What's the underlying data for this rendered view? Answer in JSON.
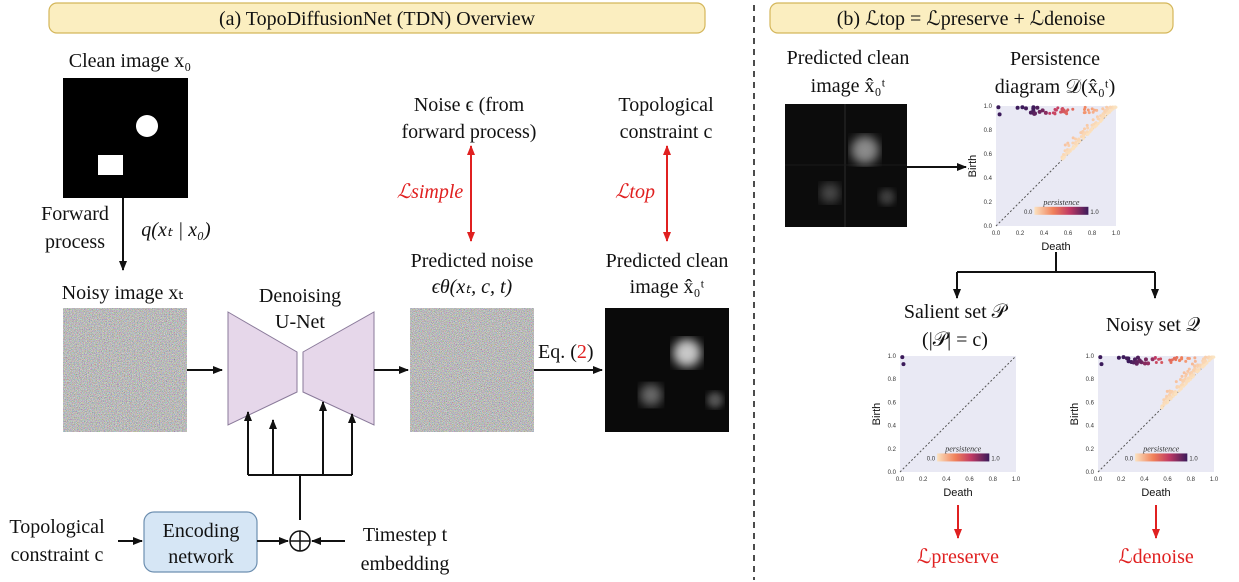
{
  "left_panel": {
    "title": "(a) TopoDiffusionNet (TDN) Overview",
    "clean_image_label": "Clean image x₀",
    "forward_process_label": [
      "Forward",
      "process"
    ],
    "forward_formula": "q(xₜ | x₀)",
    "noisy_image_label": "Noisy image xₜ",
    "unet_label": [
      "Denoising",
      "U-Net"
    ],
    "noise_label": [
      "Noise ϵ (from",
      "forward process)"
    ],
    "loss_simple": "ℒsimple",
    "predicted_noise_label": [
      "Predicted noise",
      "ϵθ(xₜ, c, t)"
    ],
    "eq_label": "Eq. (",
    "eq_number": "2",
    "eq_close": ")",
    "topo_constraint_label": [
      "Topological",
      "constraint c"
    ],
    "loss_top": "ℒtop",
    "predicted_clean_label": [
      "Predicted clean",
      "image x̂₀ᵗ"
    ],
    "topo_input_label": [
      "Topological",
      "constraint c"
    ],
    "encoding_network_label": [
      "Encoding",
      "network"
    ],
    "timestep_label": [
      "Timestep t",
      "embedding"
    ]
  },
  "right_panel": {
    "title": "(b) ℒtop = ℒpreserve + ℒdenoise",
    "predicted_clean_label": [
      "Predicted clean",
      "image x̂₀ᵗ"
    ],
    "persistence_label": [
      "Persistence",
      "diagram 𝒟(x̂₀ᵗ)"
    ],
    "salient_label": [
      "Salient set 𝒫",
      "(|𝒫| = c)"
    ],
    "noisy_set_label": "Noisy set 𝒬",
    "loss_preserve": "ℒpreserve",
    "loss_denoise": "ℒdenoise",
    "plot_xlabel": "Death",
    "plot_ylabel": "Birth",
    "colorbar_label": "persistence",
    "colorbar_min": "0.0",
    "colorbar_max": "1.0",
    "ticks": [
      "0.0",
      "0.2",
      "0.4",
      "0.6",
      "0.8",
      "1.0"
    ]
  },
  "colors": {
    "title_box_fill": "#fbeec0",
    "title_box_stroke": "#d4b65a",
    "unet_fill": "#e6d7ea",
    "encoder_fill": "#d6e6f5",
    "loss_red": "#e02020",
    "plot_bg": "#e9e9f4"
  }
}
